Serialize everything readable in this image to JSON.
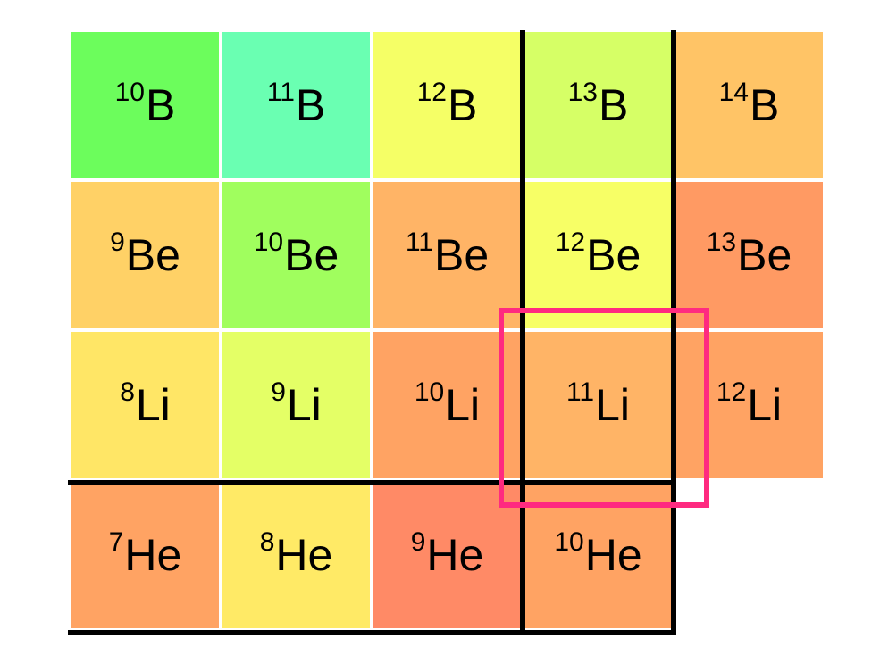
{
  "grid": {
    "rows": [
      {
        "element": "B",
        "cells": [
          {
            "mass": "10",
            "symbol": "B",
            "color": "#6cfd5c"
          },
          {
            "mass": "11",
            "symbol": "B",
            "color": "#6affb2"
          },
          {
            "mass": "12",
            "symbol": "B",
            "color": "#f5ff66"
          },
          {
            "mass": "13",
            "symbol": "B",
            "color": "#d6ff66"
          },
          {
            "mass": "14",
            "symbol": "B",
            "color": "#ffc466"
          }
        ]
      },
      {
        "element": "Be",
        "cells": [
          {
            "mass": "9",
            "symbol": "Be",
            "color": "#ffd166"
          },
          {
            "mass": "10",
            "symbol": "Be",
            "color": "#a0fe5e"
          },
          {
            "mass": "11",
            "symbol": "Be",
            "color": "#ffb466"
          },
          {
            "mass": "12",
            "symbol": "Be",
            "color": "#f7ff66"
          },
          {
            "mass": "13",
            "symbol": "Be",
            "color": "#ff9a63"
          }
        ]
      },
      {
        "element": "Li",
        "cells": [
          {
            "mass": "8",
            "symbol": "Li",
            "color": "#ffe666"
          },
          {
            "mass": "9",
            "symbol": "Li",
            "color": "#e4ff66"
          },
          {
            "mass": "10",
            "symbol": "Li",
            "color": "#ffa363"
          },
          {
            "mass": "11",
            "symbol": "Li",
            "color": "#ffb466"
          },
          {
            "mass": "12",
            "symbol": "Li",
            "color": "#ffa363"
          }
        ]
      },
      {
        "element": "He",
        "cells": [
          {
            "mass": "7",
            "symbol": "He",
            "color": "#ffa363"
          },
          {
            "mass": "8",
            "symbol": "He",
            "color": "#ffea66"
          },
          {
            "mass": "9",
            "symbol": "He",
            "color": "#ff8a66"
          },
          {
            "mass": "10",
            "symbol": "He",
            "color": "#ffa363"
          }
        ]
      }
    ],
    "highlighted_nucleus": "11Li",
    "highlight_color": "#ff2a80",
    "line_color": "#000000"
  }
}
